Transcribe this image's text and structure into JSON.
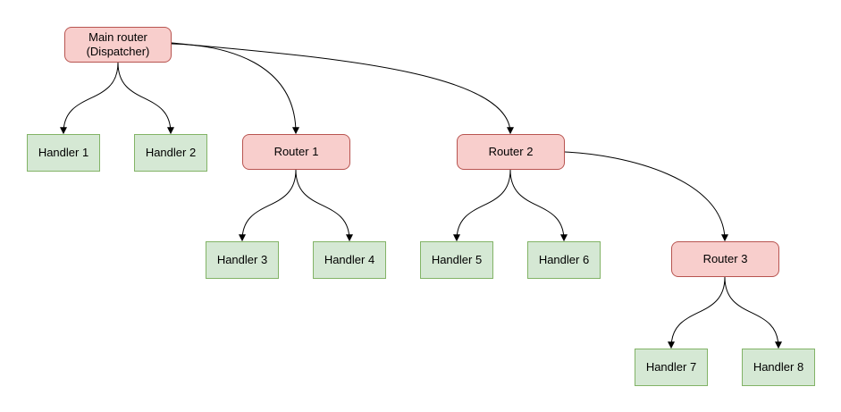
{
  "diagram": {
    "nodes": {
      "main": {
        "line1": "Main router",
        "line2": "(Dispatcher)",
        "kind": "router"
      },
      "r1": {
        "label": "Router 1",
        "kind": "router"
      },
      "r2": {
        "label": "Router 2",
        "kind": "router"
      },
      "r3": {
        "label": "Router 3",
        "kind": "router"
      },
      "h1": {
        "label": "Handler 1",
        "kind": "handler"
      },
      "h2": {
        "label": "Handler 2",
        "kind": "handler"
      },
      "h3": {
        "label": "Handler 3",
        "kind": "handler"
      },
      "h4": {
        "label": "Handler 4",
        "kind": "handler"
      },
      "h5": {
        "label": "Handler 5",
        "kind": "handler"
      },
      "h6": {
        "label": "Handler 6",
        "kind": "handler"
      },
      "h7": {
        "label": "Handler 7",
        "kind": "handler"
      },
      "h8": {
        "label": "Handler 8",
        "kind": "handler"
      }
    },
    "edges": [
      {
        "from": "main",
        "to": "h1"
      },
      {
        "from": "main",
        "to": "h2"
      },
      {
        "from": "main",
        "to": "r1"
      },
      {
        "from": "main",
        "to": "r2"
      },
      {
        "from": "r1",
        "to": "h3"
      },
      {
        "from": "r1",
        "to": "h4"
      },
      {
        "from": "r2",
        "to": "h5"
      },
      {
        "from": "r2",
        "to": "h6"
      },
      {
        "from": "r2",
        "to": "r3"
      },
      {
        "from": "r3",
        "to": "h7"
      },
      {
        "from": "r3",
        "to": "h8"
      }
    ],
    "colors": {
      "router_fill": "#f8cecc",
      "router_border": "#b85450",
      "handler_fill": "#d5e8d4",
      "handler_border": "#82b366",
      "edge_stroke": "#000000",
      "background": "#ffffff"
    }
  }
}
